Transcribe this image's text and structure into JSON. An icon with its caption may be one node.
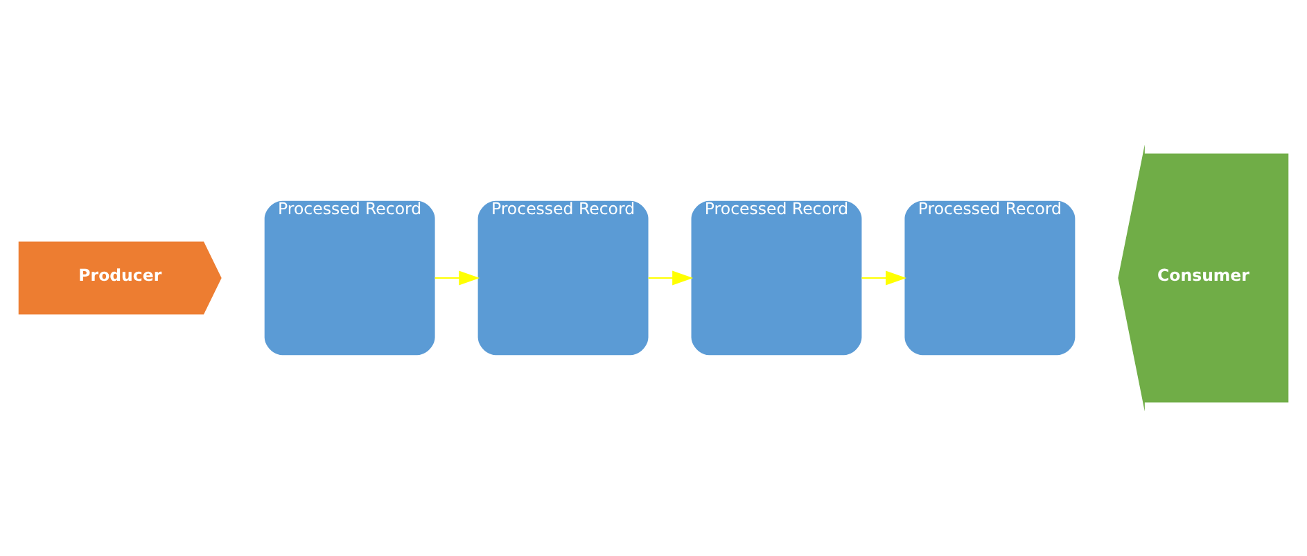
{
  "diagram": {
    "nodes": [
      {
        "text": [
          "Producer"
        ]
      },
      {
        "text": [
          "Processed Record"
        ]
      },
      {
        "text": [
          "Processed Record"
        ]
      },
      {
        "text": [
          "Processed Record"
        ]
      },
      {
        "text": [
          "Processed Record"
        ]
      },
      {
        "text": [
          "Consumer"
        ]
      }
    ],
    "edges": [
      {
        "from": 1,
        "to": 2,
        "arrow": "to"
      },
      {
        "from": 2,
        "to": 3,
        "arrow": "to"
      },
      {
        "from": 3,
        "to": 4,
        "arrow": "to"
      }
    ]
  }
}
